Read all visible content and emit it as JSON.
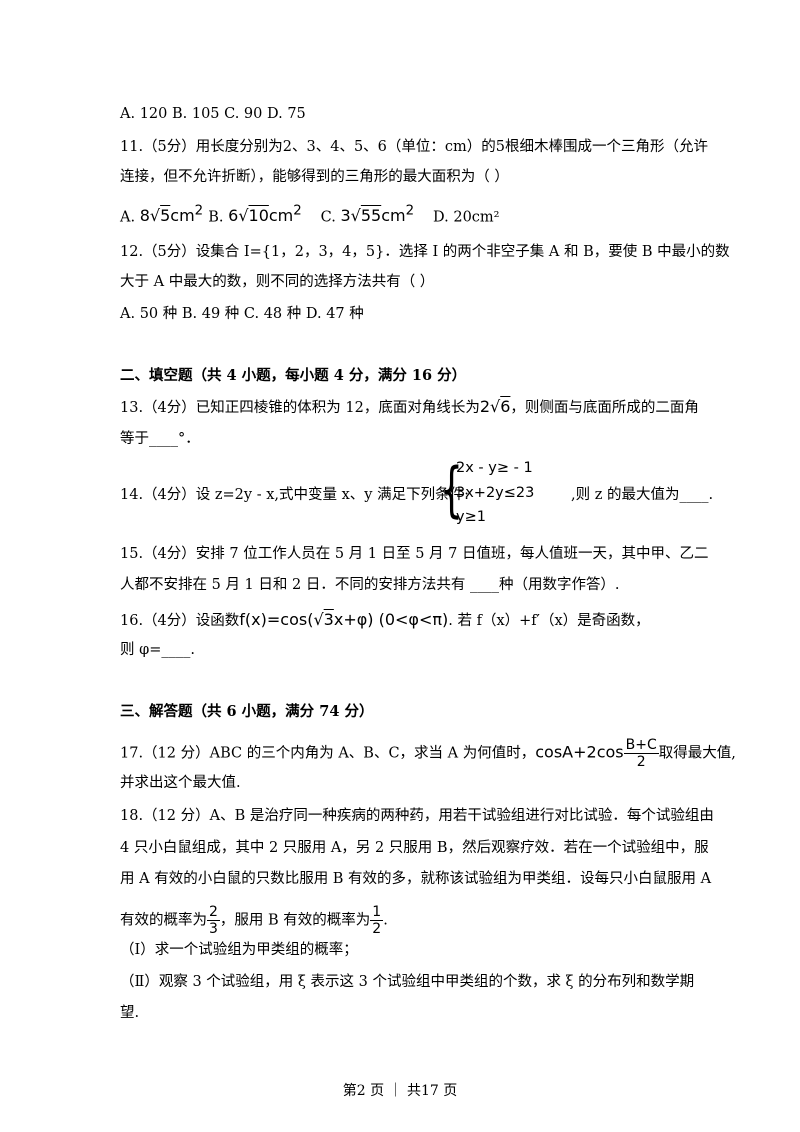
{
  "lines": {
    "q10_options": "A. 120  B. 105  C. 90   D. 75",
    "q11_l1": "11.（5分）用长度分别为2、3、4、5、6（单位：cm）的5根细木棒围成一个三角形（允许",
    "q11_l2": "连接，但不允许折断），能够得到的三角形的最大面积为（     ）",
    "q11_optA": "A.",
    "q11_optA_coef": "8",
    "q11_optA_rad": "5",
    "q11_optA_unit": "cm",
    "q11_optB": "B.",
    "q11_optB_coef": "6",
    "q11_optB_rad": "10",
    "q11_optB_unit": "cm",
    "q11_optC": "C.",
    "q11_optC_coef": "3",
    "q11_optC_rad": "55",
    "q11_optC_unit": "cm",
    "q11_optD": "D. 20cm²",
    "q12_l1": "12.（5分）设集合 I={1，2，3，4，5}．选择 I 的两个非空子集 A 和 B，要使 B 中最小的数",
    "q12_l2": "大于 A 中最大的数，则不同的选择方法共有（     ）",
    "q12_opts": "A. 50 种 B. 49 种 C. 48 种 D. 47 种",
    "sec2_heading": "二、填空题（共 4 小题，每小题 4 分，满分 16 分）",
    "q13_l1_a": "13.（4分）已知正四棱锥的体积为 12，底面对角线长为",
    "q13_l1_coef": "2",
    "q13_l1_rad": "6",
    "q13_l1_b": "，则侧面与底面所成的二面角",
    "q13_l2": "等于____°．",
    "q14_a": "14.（4分）设 z=2y - x,式中变量 x、y 满足下列条件:",
    "q14_b": ",则 z 的最大值为____.",
    "q14_c1": "2x - y≥ - 1",
    "q14_c2": "3x+2y≤23",
    "q14_c3": "y≥1",
    "q15_l1": "15.（4分）安排 7 位工作人员在 5 月 1 日至 5 月 7 日值班，每人值班一天，其中甲、乙二",
    "q15_l2": "人都不安排在 5 月 1 日和 2 日．不同的安排方法共有 ____种（用数字作答）.",
    "q16_a": "16.（4分）设函数",
    "q16_f": "f(x)=cos(",
    "q16_rad": "3",
    "q16_f2": "x+φ) (0<φ<π)",
    "q16_b": ". 若 f（x）+f′（x）是奇函数，",
    "q16_l2": "则 φ=____.",
    "sec3_heading": "三、解答题（共 6 小题，满分 74 分）",
    "q17_a": "17.（12 分）ABC 的三个内角为 A、B、C，求当 A 为何值时，",
    "q17_expr": "cosA+2cos",
    "q17_num": "B+C",
    "q17_den": "2",
    "q17_b": "取得最大值,",
    "q17_l2": "并求出这个最大值.",
    "q18_l1": "18.（12 分）A、B 是治疗同一种疾病的两种药，用若干试验组进行对比试验．每个试验组由",
    "q18_l2": "4 只小白鼠组成，其中 2 只服用 A，另 2 只服用 B，然后观察疗效．若在一个试验组中，服",
    "q18_l3": "用 A 有效的小白鼠的只数比服用 B 有效的多，就称该试验组为甲类组．设每只小白鼠服用 A",
    "q18_l4_a": "有效的概率为",
    "q18_f1_num": "2",
    "q18_f1_den": "3",
    "q18_l4_b": "，服用 B 有效的概率为",
    "q18_f2_num": "1",
    "q18_f2_den": "2",
    "q18_l4_c": ".",
    "q18_p1": "（Ⅰ）求一个试验组为甲类组的概率；",
    "q18_p2": "（Ⅱ）观察 3 个试验组，用 ξ 表示这 3 个试验组中甲类组的个数，求 ξ 的分布列和数学期",
    "q18_p3": "望."
  },
  "footer": "第2 页 ｜ 共17 页"
}
